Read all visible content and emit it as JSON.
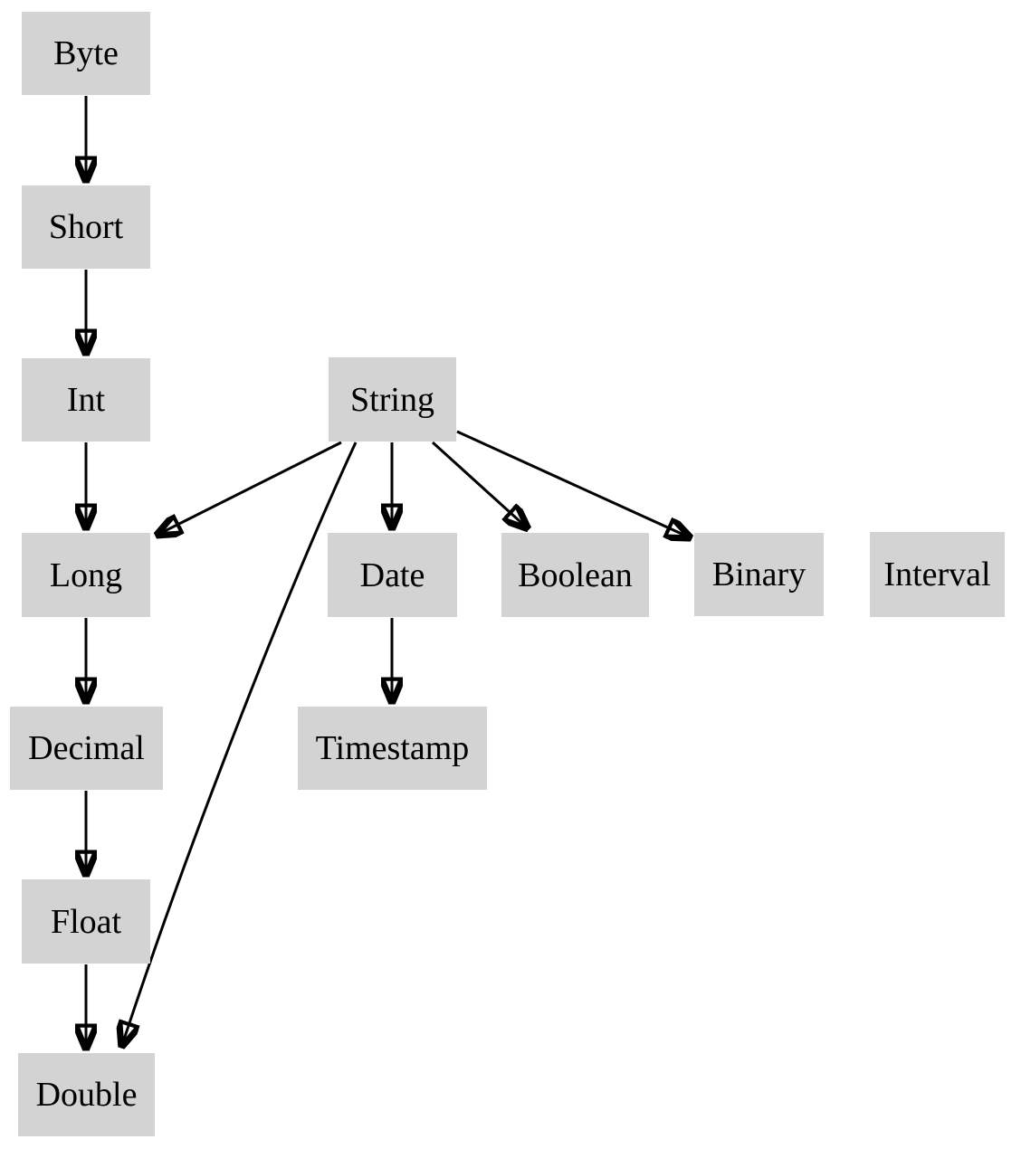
{
  "diagram": {
    "type": "directed-graph",
    "description": "Type coercion / promotion hierarchy diagram",
    "colors": {
      "background": "#ffffff",
      "node_fill": "#d3d3d3",
      "node_text": "#000000",
      "edge": "#000000"
    },
    "nodes": [
      {
        "id": "Byte",
        "label": "Byte"
      },
      {
        "id": "Short",
        "label": "Short"
      },
      {
        "id": "Int",
        "label": "Int"
      },
      {
        "id": "String",
        "label": "String"
      },
      {
        "id": "Long",
        "label": "Long"
      },
      {
        "id": "Date",
        "label": "Date"
      },
      {
        "id": "Boolean",
        "label": "Boolean"
      },
      {
        "id": "Binary",
        "label": "Binary"
      },
      {
        "id": "Interval",
        "label": "Interval"
      },
      {
        "id": "Decimal",
        "label": "Decimal"
      },
      {
        "id": "Timestamp",
        "label": "Timestamp"
      },
      {
        "id": "Float",
        "label": "Float"
      },
      {
        "id": "Double",
        "label": "Double"
      }
    ],
    "edges": [
      {
        "from": "Byte",
        "to": "Short"
      },
      {
        "from": "Short",
        "to": "Int"
      },
      {
        "from": "Int",
        "to": "Long"
      },
      {
        "from": "Long",
        "to": "Decimal"
      },
      {
        "from": "Decimal",
        "to": "Float"
      },
      {
        "from": "Float",
        "to": "Double"
      },
      {
        "from": "String",
        "to": "Long"
      },
      {
        "from": "String",
        "to": "Date"
      },
      {
        "from": "String",
        "to": "Boolean"
      },
      {
        "from": "String",
        "to": "Binary"
      },
      {
        "from": "String",
        "to": "Double"
      },
      {
        "from": "Date",
        "to": "Timestamp"
      }
    ]
  }
}
